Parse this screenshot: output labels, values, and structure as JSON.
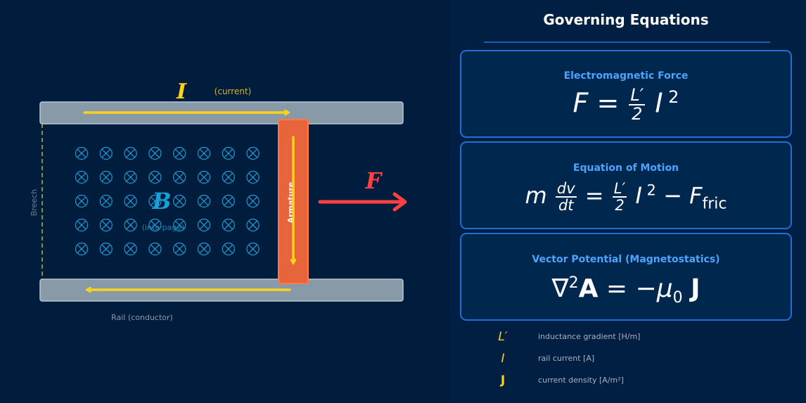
{
  "diagram": {
    "current_symbol": "I",
    "current_label": "(current)",
    "field_symbol": "B",
    "field_label": "(into page)",
    "force_symbol": "F",
    "armature_label": "Armature",
    "breech_label": "Breech",
    "rail_label": "Rail (conductor)"
  },
  "equations_panel": {
    "title": "Governing Equations",
    "cards": [
      {
        "heading": "Electromagnetic Force"
      },
      {
        "heading": "Equation of Motion"
      },
      {
        "heading": "Vector Potential (Magnetostatics)"
      }
    ],
    "legend": [
      {
        "symbol": "L′",
        "description": "inductance gradient [H/m]"
      },
      {
        "symbol": "I",
        "description": "rail current [A]"
      },
      {
        "symbol": "J",
        "description": "current density [A/m²]"
      }
    ]
  },
  "colors": {
    "background": "#001d3d",
    "rail": "#8899a8",
    "armature": "#ff6b35",
    "current_arrow": "#ffd21a",
    "force_arrow": "#ff4040",
    "field_marker": "#1f9ad0",
    "card_border": "#1f6fd6",
    "heading": "#4da3ff"
  },
  "icons": {
    "field_marker": "circled-x-icon",
    "current_direction": "arrow-right-icon",
    "force_direction": "arrow-right-icon"
  }
}
